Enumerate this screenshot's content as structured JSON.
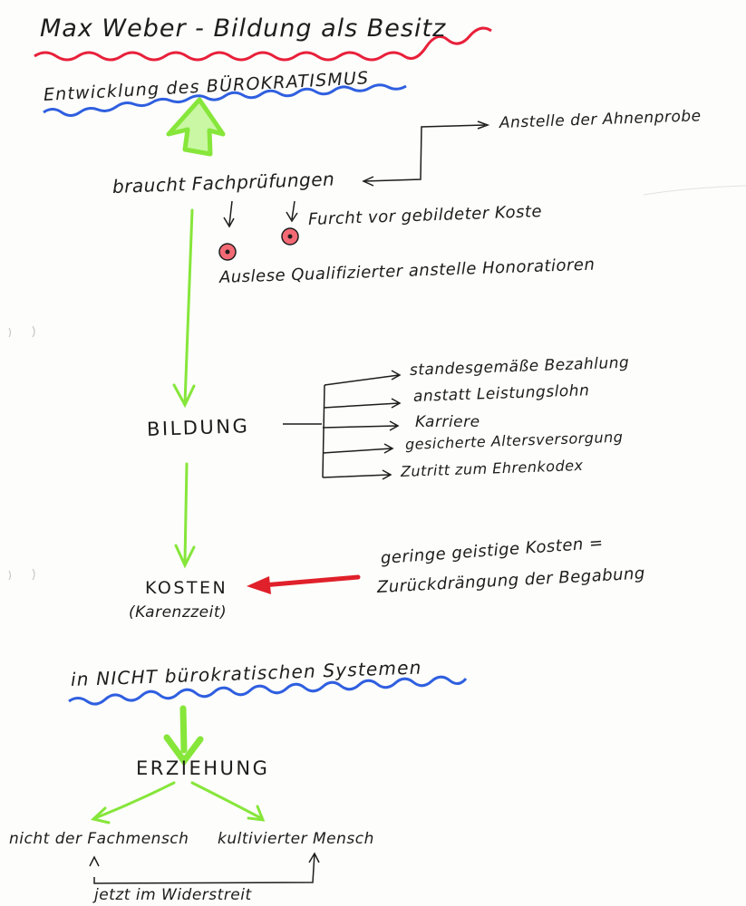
{
  "title": "Max Weber - Bildung als Besitz",
  "section_buerokratismus": "Entwicklung des BÜROKRATISMUS",
  "braucht_fachpruefungen": "braucht Fachprüfungen",
  "anstelle_ahnenprobe": "Anstelle der Ahnenprobe",
  "furcht": "Furcht vor gebildeter Koste",
  "auslese": "Auslese Qualifizierter anstelle Honoratioren",
  "bildung": "BILDUNG",
  "bildung_branches": [
    "standesgemäße Bezahlung",
    "anstatt Leistungslohn",
    "Karriere",
    "gesicherte Altersversorgung",
    "Zutritt zum Ehrenkodex"
  ],
  "kosten": "KOSTEN",
  "karenzzeit": "(Karenzzeit)",
  "geistige_kosten_line1": "geringe geistige Kosten =",
  "geistige_kosten_line2": "Zurückdrängung der Begabung",
  "section_nicht": "in NICHT bürokratischen Systemen",
  "erziehung": "ERZIEHUNG",
  "fachmensch": "nicht der Fachmensch",
  "kultivierter": "kultivierter Mensch",
  "widerstreit": "jetzt im Widerstreit",
  "colors": {
    "ink": "#1d1d1d",
    "red_underline": "#e8203a",
    "blue_underline": "#2f5fe0",
    "green_arrow": "#86e63a",
    "red_arrow": "#e0202a"
  }
}
